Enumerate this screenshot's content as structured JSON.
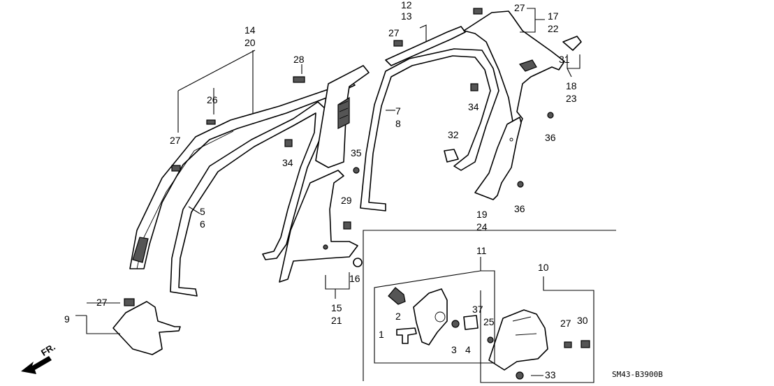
{
  "labels": {
    "p1": "1",
    "p2": "2",
    "p3": "3",
    "p4": "4",
    "p5": "5",
    "p6": "6",
    "p7": "7",
    "p8": "8",
    "p9": "9",
    "p10": "10",
    "p11": "11",
    "p12": "12",
    "p13": "13",
    "p14": "14",
    "p15": "15",
    "p16": "16",
    "p17": "17",
    "p18": "18",
    "p19": "19",
    "p20": "20",
    "p21": "21",
    "p22": "22",
    "p23": "23",
    "p24": "24",
    "p25": "25",
    "p26": "26",
    "p27a": "27",
    "p27b": "27",
    "p27c": "27",
    "p27d": "27",
    "p27e": "27",
    "p28": "28",
    "p29": "29",
    "p30": "30",
    "p31": "31",
    "p32": "32",
    "p33": "33",
    "p34a": "34",
    "p34b": "34",
    "p35": "35",
    "p36a": "36",
    "p36b": "36",
    "p37": "37"
  },
  "diagram_code": "SM43-B3900B",
  "direction_label": "FR."
}
